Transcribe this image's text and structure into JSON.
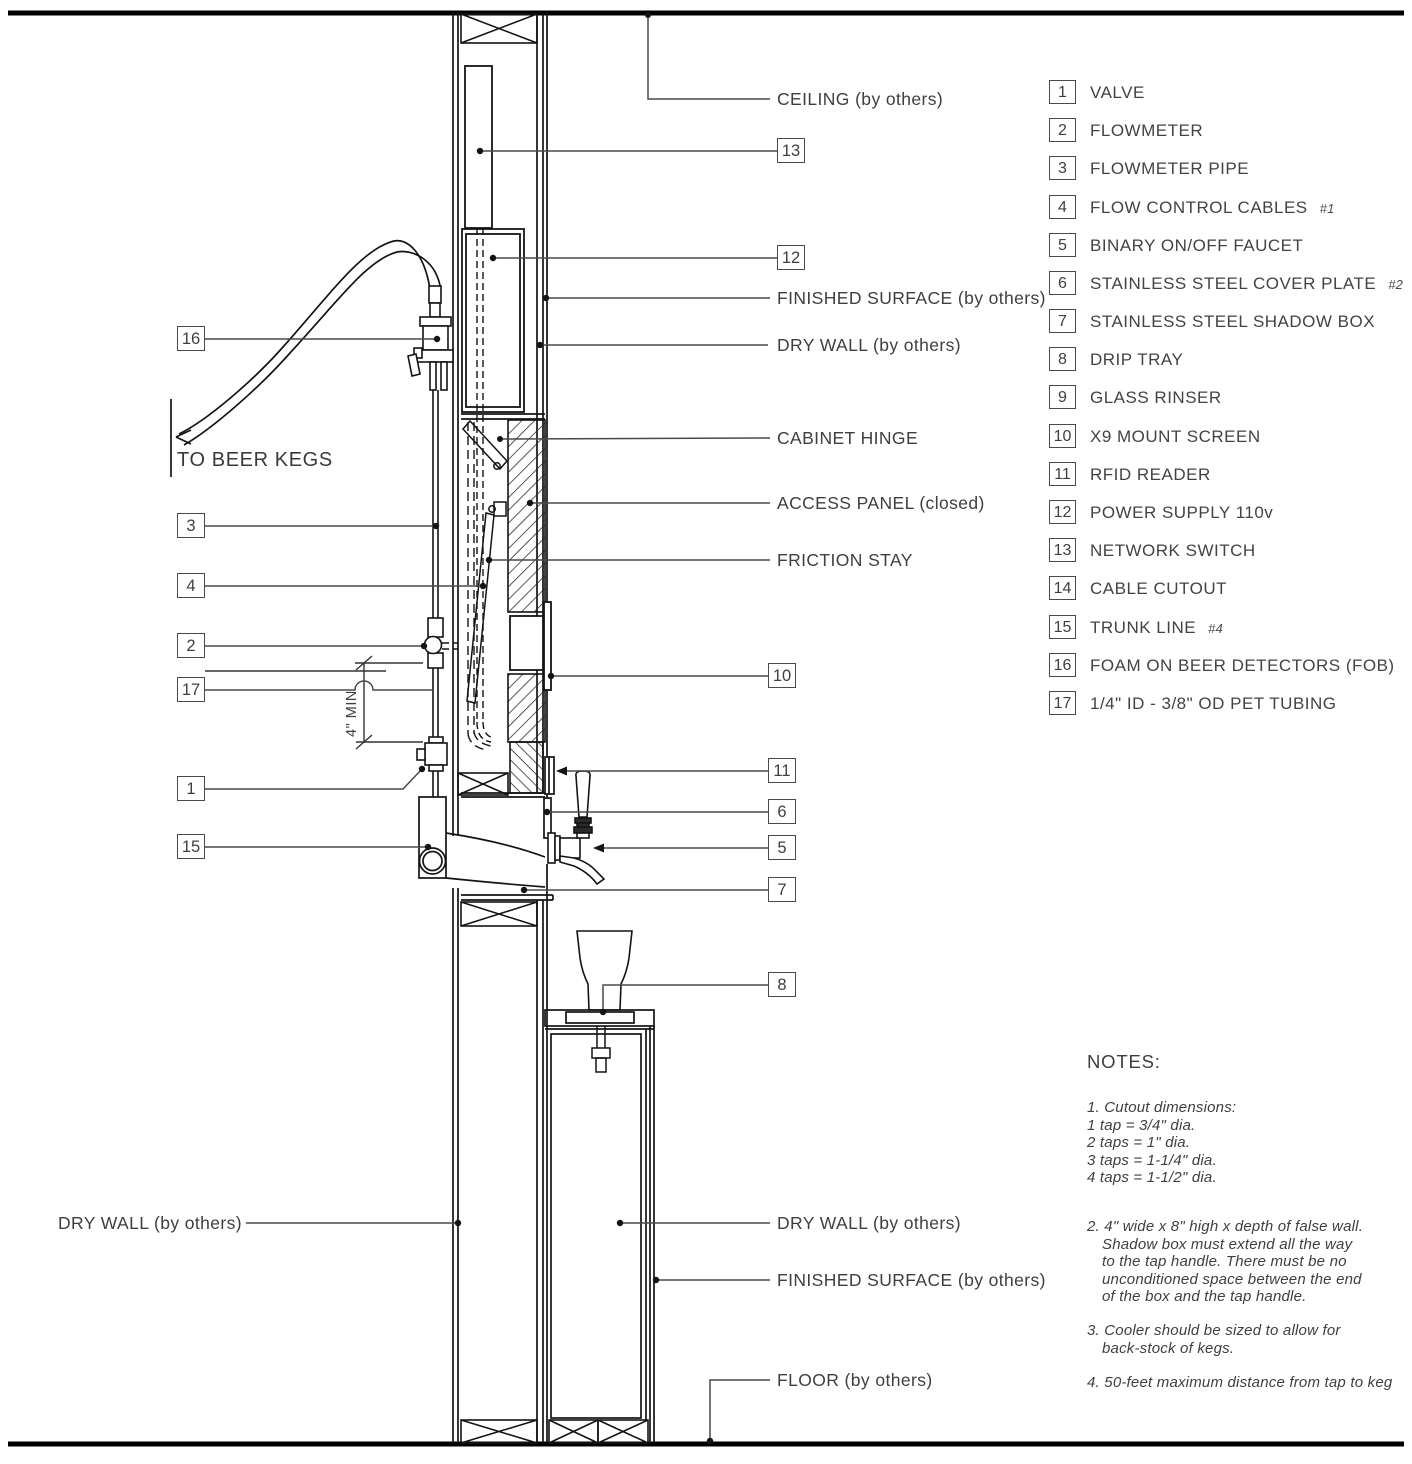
{
  "drawing": {
    "to_beer_kegs": "TO BEER KEGS",
    "dimension_label": "4\" MIN.",
    "labels": {
      "ceiling": "CEILING (by others)",
      "finished_surface_upper": "FINISHED SURFACE (by others)",
      "dry_wall_upper": "DRY WALL (by others)",
      "cabinet_hinge": "CABINET HINGE",
      "access_panel": "ACCESS PANEL (closed)",
      "friction_stay": "FRICTION STAY",
      "dry_wall_left": "DRY WALL (by others)",
      "dry_wall_lower": "DRY WALL (by others)",
      "finished_surface_lower": "FINISHED SURFACE (by others)",
      "floor": "FLOOR (by others)"
    },
    "callouts": {
      "c1": "1",
      "c2": "2",
      "c3": "3",
      "c4": "4",
      "c5": "5",
      "c6": "6",
      "c7": "7",
      "c8": "8",
      "c10": "10",
      "c11": "11",
      "c12": "12",
      "c13": "13",
      "c15": "15",
      "c16": "16",
      "c17": "17"
    }
  },
  "legend": {
    "items": [
      {
        "num": "1",
        "label": "VALVE",
        "ref": ""
      },
      {
        "num": "2",
        "label": "FLOWMETER",
        "ref": ""
      },
      {
        "num": "3",
        "label": "FLOWMETER PIPE",
        "ref": ""
      },
      {
        "num": "4",
        "label": "FLOW CONTROL CABLES",
        "ref": "#1"
      },
      {
        "num": "5",
        "label": "BINARY ON/OFF FAUCET",
        "ref": ""
      },
      {
        "num": "6",
        "label": "STAINLESS STEEL COVER PLATE",
        "ref": "#2"
      },
      {
        "num": "7",
        "label": "STAINLESS STEEL SHADOW BOX",
        "ref": ""
      },
      {
        "num": "8",
        "label": "DRIP TRAY",
        "ref": ""
      },
      {
        "num": "9",
        "label": "GLASS RINSER",
        "ref": ""
      },
      {
        "num": "10",
        "label": "X9 MOUNT SCREEN",
        "ref": ""
      },
      {
        "num": "11",
        "label": "RFID READER",
        "ref": ""
      },
      {
        "num": "12",
        "label": "POWER SUPPLY 110v",
        "ref": ""
      },
      {
        "num": "13",
        "label": "NETWORK SWITCH",
        "ref": ""
      },
      {
        "num": "14",
        "label": "CABLE CUTOUT",
        "ref": ""
      },
      {
        "num": "15",
        "label": "TRUNK LINE",
        "ref": "#4"
      },
      {
        "num": "16",
        "label": "FOAM ON BEER DETECTORS (FOB)",
        "ref": ""
      },
      {
        "num": "17",
        "label": "1/4\" ID - 3/8\" OD PET TUBING",
        "ref": ""
      }
    ]
  },
  "notes": {
    "heading": "NOTES:",
    "note1": [
      "1. Cutout dimensions:",
      "1 tap   = 3/4\" dia.",
      "2 taps = 1\"    dia.",
      "3 taps = 1-1/4\" dia.",
      "4 taps = 1-1/2\" dia."
    ],
    "note2": [
      "2. 4\" wide x 8\" high x depth of false wall.",
      "Shadow box must extend all the way",
      "to the tap handle. There must be no",
      "unconditioned space between the end",
      "of the box and the tap handle."
    ],
    "note3": [
      "3. Cooler should be sized to allow for",
      "back-stock of kegs."
    ],
    "note4": [
      "4. 50-feet maximum distance from tap to keg"
    ]
  }
}
